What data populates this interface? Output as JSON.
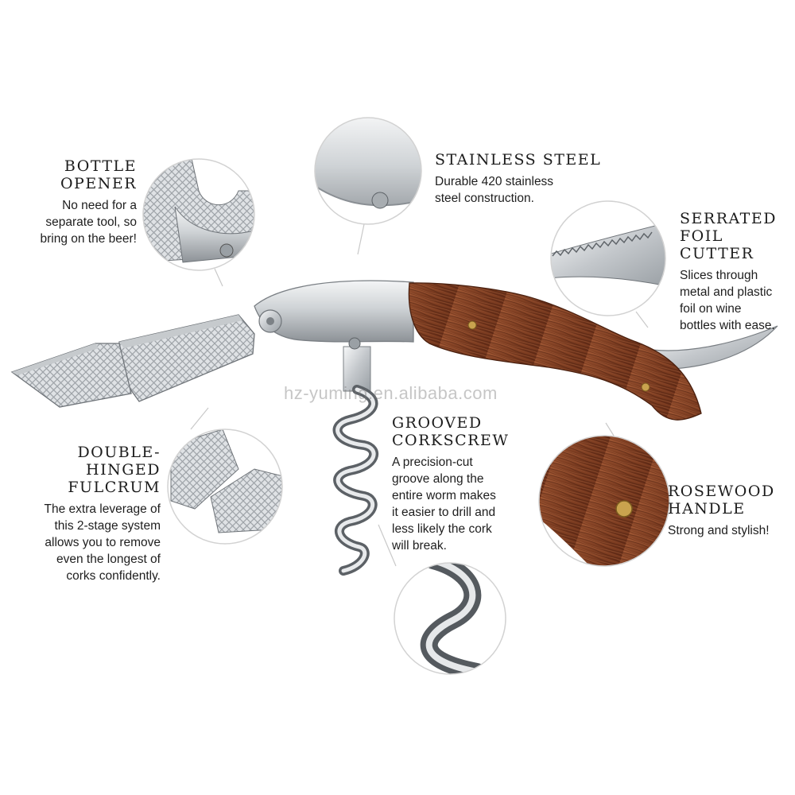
{
  "callouts": {
    "bottle_opener": {
      "title": [
        "BOTTLE",
        "OPENER"
      ],
      "body": "No need for a\nseparate tool, so\nbring on the beer!"
    },
    "stainless_steel": {
      "title": [
        "STAINLESS STEEL"
      ],
      "body": "Durable 420 stainless\nsteel construction."
    },
    "serrated_foil_cutter": {
      "title": [
        "SERRATED",
        "FOIL CUTTER"
      ],
      "body": "Slices through\nmetal and plastic\nfoil on wine\nbottles with ease."
    },
    "double_hinged_fulcrum": {
      "title": [
        "DOUBLE-HINGED",
        "FULCRUM"
      ],
      "body": "The extra leverage of\nthis 2-stage system\nallows you to remove\neven the longest of\ncorks confidently."
    },
    "grooved_corkscrew": {
      "title": [
        "GROOVED",
        "CORKSCREW"
      ],
      "body": "A precision-cut\ngroove along the\nentire worm makes\nit easier to drill and\nless likely the cork\nwill break."
    },
    "rosewood_handle": {
      "title": [
        "ROSEWOOD",
        "HANDLE"
      ],
      "body": "Strong and stylish!"
    }
  },
  "watermark": "hz-yuming.en.alibaba.com",
  "colors": {
    "steel_light": "#e6e8ea",
    "steel_dark": "#8a8f94",
    "rosewood": "#8b4a2c",
    "rosewood_dark": "#5e2a16",
    "brass": "#b08a3c",
    "leader_line": "#c8c8c8"
  }
}
